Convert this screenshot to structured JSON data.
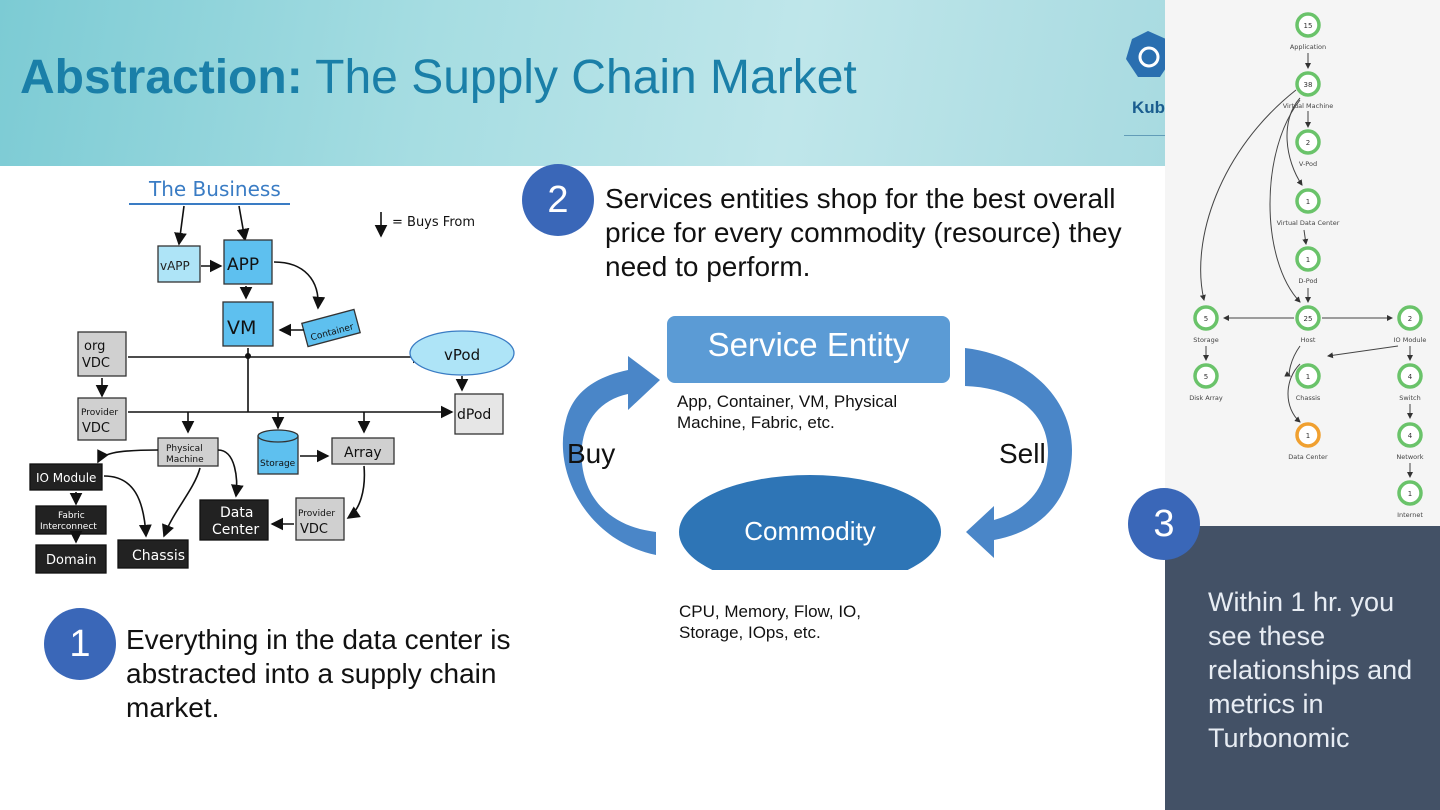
{
  "header": {
    "title_bold": "Abstraction:",
    "title_rest": " The Supply Chain Market",
    "logo_text": "Kub"
  },
  "sketch": {
    "business_label": "The Business",
    "legend": "= Buys From",
    "nodes": {
      "vapp": "vAPP",
      "app": "APP",
      "vm": "VM",
      "container": "Container",
      "org_vdc_1": "org",
      "org_vdc_2": "VDC",
      "provider_vdc_1": "Provider",
      "provider_vdc_2": "VDC",
      "vpod": "vPod",
      "dpod": "dPod",
      "physical_machine_1": "Physical",
      "physical_machine_2": "Machine",
      "storage": "Storage",
      "array": "Array",
      "io_module": "IO Module",
      "fabric_1": "Fabric",
      "fabric_2": "Interconnect",
      "domain": "Domain",
      "chassis": "Chassis",
      "data_center_1": "Data",
      "data_center_2": "Center",
      "provider_vdc2_1": "Provider",
      "provider_vdc2_2": "VDC"
    }
  },
  "step1": {
    "number": "1",
    "text": "Everything in the data center is abstracted into a supply chain market."
  },
  "step2": {
    "number": "2",
    "text": "Services entities shop for the best overall price for every commodity (resource) they need to perform."
  },
  "step3": {
    "number": "3",
    "text": "Within 1 hr. you see these relationships and metrics in Turbonomic"
  },
  "cycle": {
    "service_entity": "Service Entity",
    "service_entity_examples": "App, Container, VM, Physical Machine, Fabric, etc.",
    "commodity": "Commodity",
    "commodity_examples": "CPU, Memory, Flow, IO, Storage, IOps, etc.",
    "buy": "Buy",
    "sell": "Sell"
  },
  "supply_tree": {
    "nodes": [
      {
        "id": "application",
        "count": "15",
        "label": "Application"
      },
      {
        "id": "virtual-machine",
        "count": "38",
        "label": "Virtual Machine"
      },
      {
        "id": "v-pod",
        "count": "2",
        "label": "V-Pod"
      },
      {
        "id": "virtual-data-center",
        "count": "1",
        "label": "Virtual Data Center"
      },
      {
        "id": "d-pod",
        "count": "1",
        "label": "D-Pod"
      },
      {
        "id": "storage",
        "count": "5",
        "label": "Storage"
      },
      {
        "id": "host",
        "count": "25",
        "label": "Host"
      },
      {
        "id": "io-module",
        "count": "2",
        "label": "IO Module"
      },
      {
        "id": "disk-array",
        "count": "5",
        "label": "Disk Array"
      },
      {
        "id": "chassis",
        "count": "1",
        "label": "Chassis"
      },
      {
        "id": "switch",
        "count": "4",
        "label": "Switch"
      },
      {
        "id": "data-center",
        "count": "1",
        "label": "Data Center"
      },
      {
        "id": "network",
        "count": "4",
        "label": "Network"
      },
      {
        "id": "internet",
        "count": "1",
        "label": "Internet"
      }
    ]
  },
  "colors": {
    "title": "#1a7fa8",
    "badge": "#3a67b8",
    "service_entity_box": "#5b9bd5",
    "commodity_ellipse": "#2e75b6",
    "dark_panel": "#435166",
    "tree_green": "#6ac36a",
    "tree_orange": "#f0a030"
  }
}
